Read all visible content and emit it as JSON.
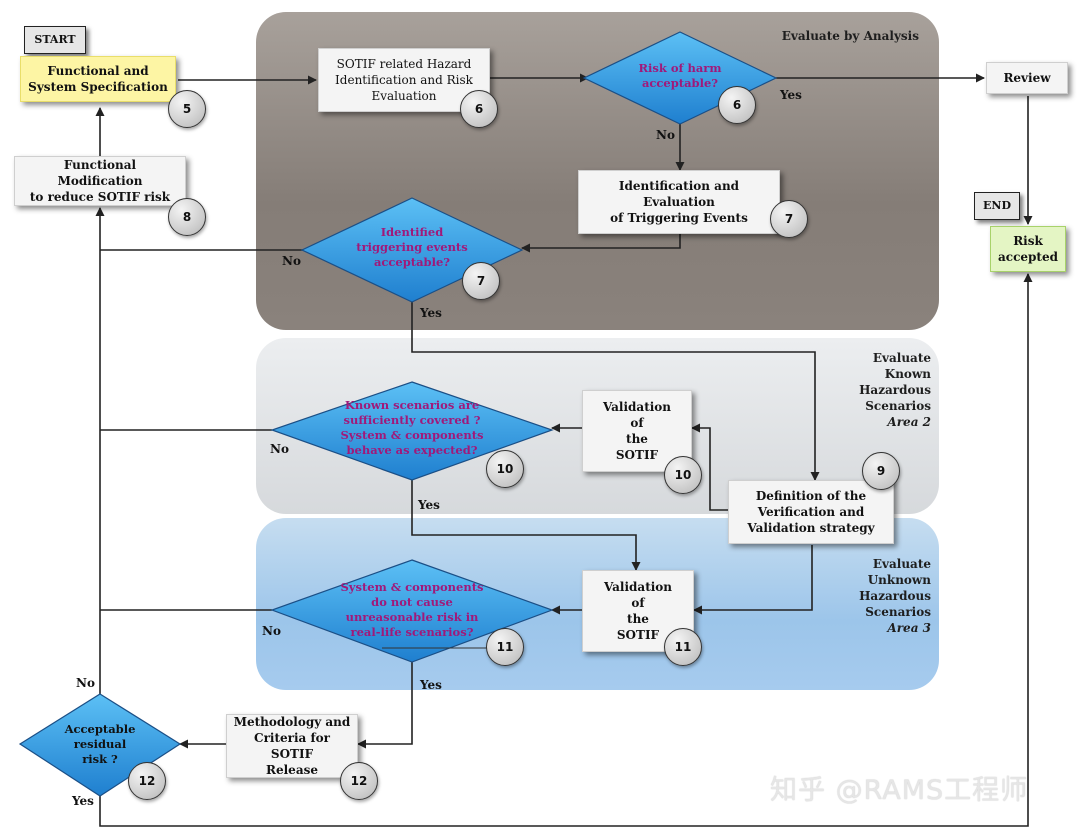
{
  "tags": {
    "start": "START",
    "end": "END"
  },
  "regions": {
    "analysis": {
      "title": "Evaluate by Analysis"
    },
    "known": {
      "title": [
        "Evaluate",
        "Known",
        "Hazardous",
        "Scenarios"
      ],
      "area": "Area 2"
    },
    "unknown": {
      "title": [
        "Evaluate",
        "Unknown",
        "Hazardous",
        "Scenarios"
      ],
      "area": "Area 3"
    }
  },
  "boxes": {
    "functional_spec": [
      "Functional and",
      "System Specification"
    ],
    "hazard_identification": [
      "SOTIF related Hazard",
      "Identification and Risk",
      "Evaluation"
    ],
    "review": "Review",
    "triggering_events_eval": [
      "Identification and Evaluation",
      "of Triggering Events"
    ],
    "functional_modification": [
      "Functional Modification",
      "to reduce SOTIF risk"
    ],
    "risk_accepted": [
      "Risk",
      "accepted"
    ],
    "validation_known": [
      "Validation",
      "of",
      "the",
      "SOTIF"
    ],
    "vv_strategy": [
      "Definition of the",
      "Verification and",
      "Validation strategy"
    ],
    "validation_unknown": [
      "Validation",
      "of",
      "the",
      "SOTIF"
    ],
    "release_criteria": [
      "Methodology and",
      "Criteria for SOTIF",
      "Release"
    ]
  },
  "decisions": {
    "risk_harm": [
      "Risk of harm",
      "acceptable?"
    ],
    "triggering_acceptable": [
      "Identified",
      "triggering events",
      "acceptable?"
    ],
    "known_scenarios": [
      "Known scenarios are",
      "sufficiently covered ?",
      "System & components",
      "behave as expected?"
    ],
    "unknown_scenarios": [
      "System & components",
      "do not cause",
      "unreasonable risk in",
      "real-life scenarios?"
    ],
    "residual_risk": [
      "Acceptable",
      "residual",
      "risk ?"
    ]
  },
  "badges": {
    "functional_spec": "5",
    "hazard_identification": "6",
    "risk_harm": "6",
    "triggering_events_eval": "7",
    "triggering_acceptable": "7",
    "functional_modification": "8",
    "vv_strategy": "9",
    "known_scenarios": "10",
    "validation_known": "10",
    "unknown_scenarios": "11",
    "validation_unknown": "11",
    "residual_risk": "12",
    "release_criteria": "12"
  },
  "edge_labels": {
    "risk_yes": "Yes",
    "risk_no": "No",
    "trigger_no": "No",
    "trigger_yes": "Yes",
    "known_no": "No",
    "known_yes": "Yes",
    "unknown_no": "No",
    "unknown_yes": "Yes",
    "residual_no": "No",
    "residual_yes": "Yes"
  },
  "watermark": "知乎 @RAMS工程师",
  "colors": {
    "decision_fill": "#2f9ae0",
    "decision_text": "#a0197a",
    "start_box": "#fdf5a4",
    "end_box": "#e4f5c4"
  }
}
